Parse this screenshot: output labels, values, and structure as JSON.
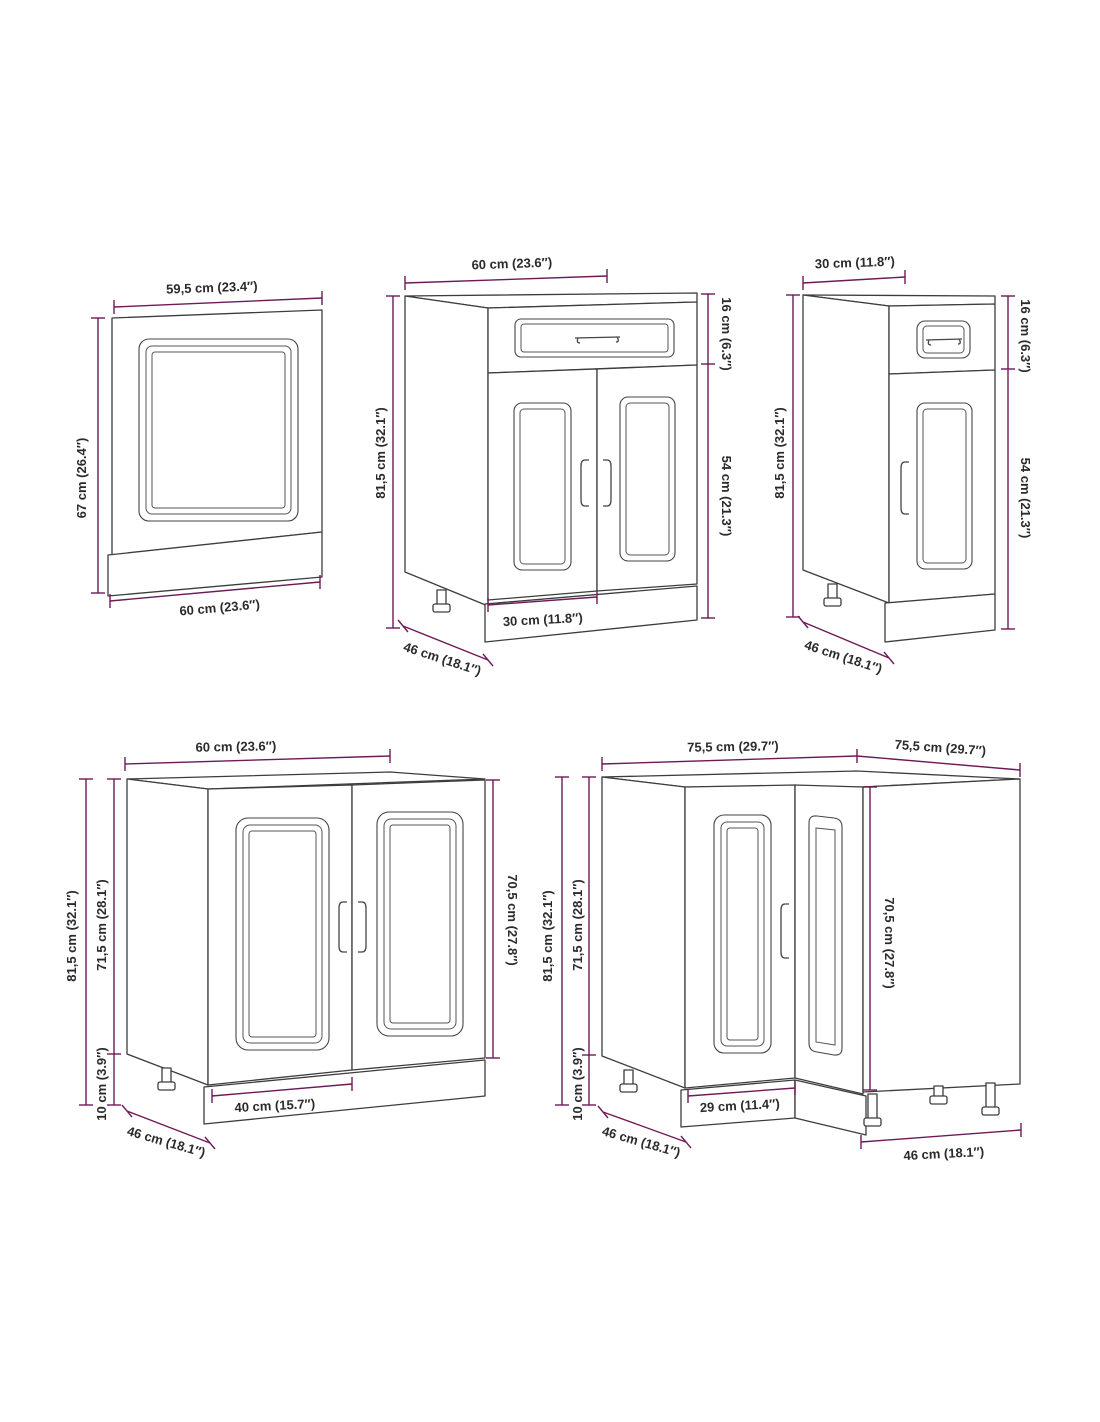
{
  "colors": {
    "dimension_line": "#6e1a57",
    "outline": "#3d3d3d",
    "text": "#2b2b2b"
  },
  "labels": {
    "p1_top": "59,5 cm (23.4″)",
    "p1_height": "67 cm (26.4″)",
    "p1_bottom": "60 cm (23.6″)",
    "p2_top": "60 cm (23.6″)",
    "p2_drawer": "16 cm (6.3″)",
    "p2_doors": "54 cm (21.3″)",
    "p2_height": "81,5 cm (32.1″)",
    "p2_door_width": "30 cm (11.8″)",
    "p2_depth": "46 cm (18.1″)",
    "p3_top": "30 cm (11.8″)",
    "p3_drawer": "16 cm (6.3″)",
    "p3_doors": "54 cm (21.3″)",
    "p3_height": "81,5 cm (32.1″)",
    "p3_depth": "46 cm (18.1″)",
    "p4_top": "60 cm (23.6″)",
    "p4_height": "81,5 cm (32.1″)",
    "p4_body": "71,5 cm (28.1″)",
    "p4_plinth": "10 cm (3.9″)",
    "p4_door_height": "70,5 cm (27.8″)",
    "p4_door_width": "40 cm (15.7″)",
    "p4_depth": "46 cm (18.1″)",
    "p5_top_left": "75,5 cm (29.7″)",
    "p5_top_right": "75,5 cm (29.7″)",
    "p5_height": "81,5 cm (32.1″)",
    "p5_body": "71,5 cm (28.1″)",
    "p5_plinth": "10 cm (3.9″)",
    "p5_door_height": "70,5 cm (27.8″)",
    "p5_door_width": "29 cm (11.4″)",
    "p5_depth_left": "46 cm (18.1″)",
    "p5_depth_right": "46 cm (18.1″)"
  }
}
